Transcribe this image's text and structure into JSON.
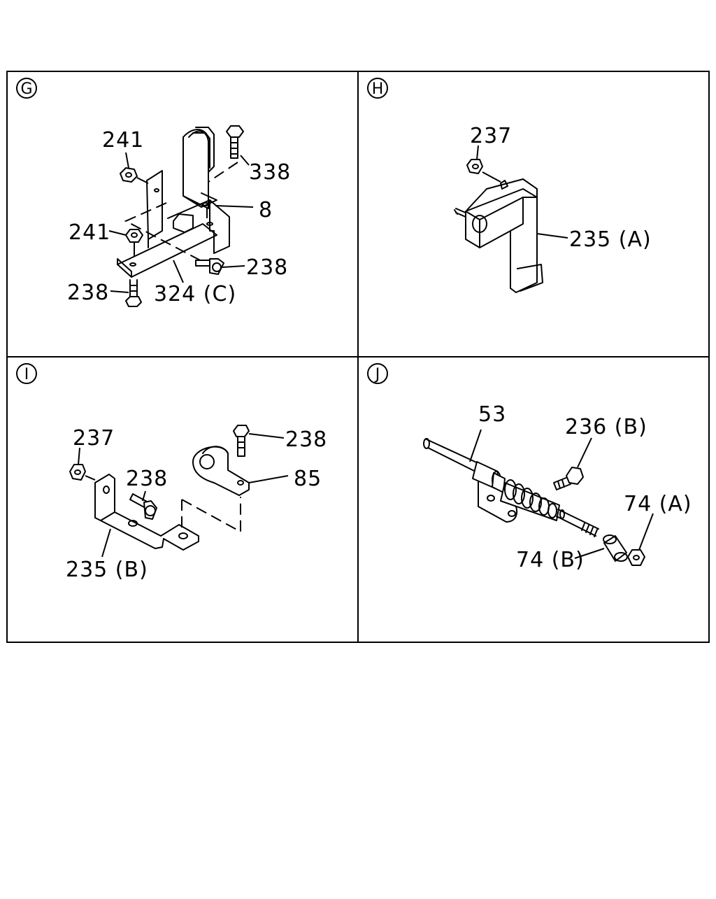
{
  "panels": {
    "g": {
      "marker": "G",
      "labels": {
        "l241a": "241",
        "l338": "338",
        "l8": "8",
        "l241b": "241",
        "l238a": "238",
        "l238b": "238",
        "l324c": "324 (C)"
      }
    },
    "h": {
      "marker": "H",
      "labels": {
        "l237": "237",
        "l235a": "235 (A)"
      }
    },
    "i": {
      "marker": "I",
      "labels": {
        "l237": "237",
        "l238a": "238",
        "l238b": "238",
        "l85": "85",
        "l235b": "235 (B)"
      }
    },
    "j": {
      "marker": "J",
      "labels": {
        "l53": "53",
        "l236b": "236 (B)",
        "l74a": "74 (A)",
        "l74b": "74 (B)"
      }
    }
  }
}
